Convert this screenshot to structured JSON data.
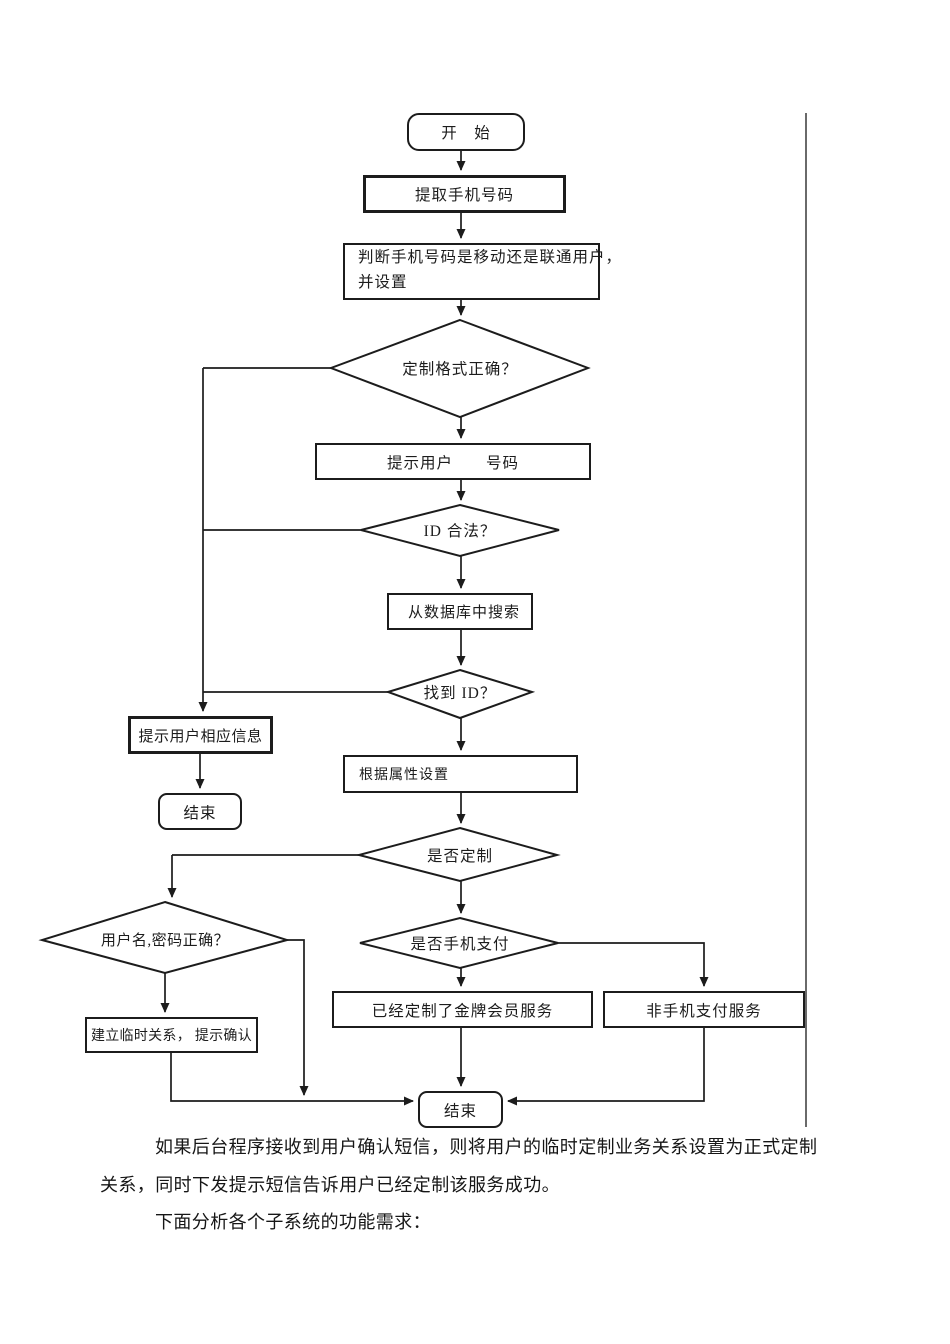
{
  "colors": {
    "background": "#ffffff",
    "ink": "#1c1c1c"
  },
  "flowchart": {
    "nodes": {
      "start": "开　始",
      "extract_number": "提取手机号码",
      "judge_carrier_line1": "判断手机号码是移动还是联通用户，",
      "judge_carrier_line2": "并设置",
      "format_correct": "定制格式正确？",
      "prompt_user_number": "提示用户　　号码",
      "id_valid": "ID 合法？",
      "search_database": "从数据库中搜索",
      "found_id": "找到 ID？",
      "prompt_user_info": "提示用户相应信息",
      "end_left": "结束",
      "set_by_attribute": "根据属性设置",
      "is_subscribed": "是否定制",
      "is_mobile_payment": "是否手机支付",
      "username_password_correct": "用户名,密码正确？",
      "create_temp_relation": "建立临时关系， 提示确认",
      "gold_member_subscribed": "已经定制了金牌会员服务",
      "non_mobile_payment": "非手机支付服务",
      "end_bottom": "结束"
    }
  },
  "paragraphs": {
    "line1": "如果后台程序接收到用户确认短信，则将用户的临时定制业务关系设置为正式定制",
    "line2": "关系，同时下发提示短信告诉用户已经定制该服务成功。",
    "line3": "下面分析各个子系统的功能需求："
  }
}
